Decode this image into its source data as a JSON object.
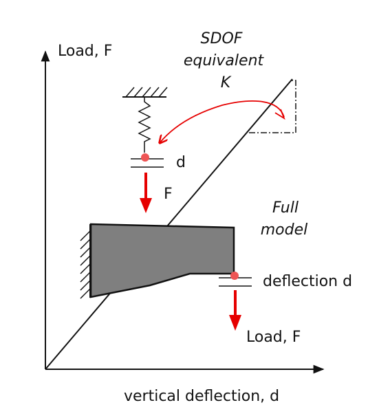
{
  "axes": {
    "y_label": "Load, F",
    "x_label": "vertical deflection, d"
  },
  "sdof": {
    "title_line1": "SDOF",
    "title_line2": "equivalent",
    "stiffness_label": "K",
    "deflection_label": "d",
    "force_label": "F"
  },
  "full_model": {
    "title_line1": "Full",
    "title_line2": "model",
    "deflection_label": "deflection d",
    "load_label": "Load, F"
  },
  "colors": {
    "ink": "#111111",
    "arrow_red": "#e60000",
    "point_red": "#ee5555",
    "beam_fill": "#7f7f7f"
  }
}
